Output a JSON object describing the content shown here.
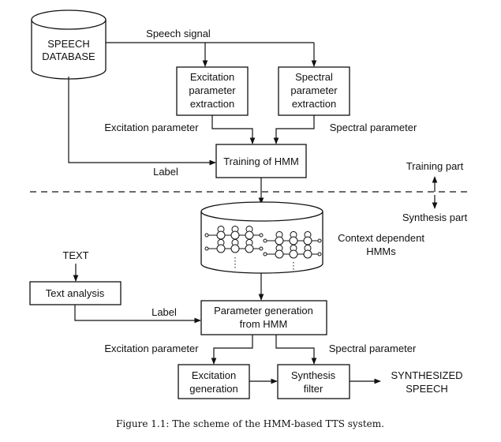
{
  "speech_database": [
    "SPEECH",
    "DATABASE"
  ],
  "speech_signal": "Speech signal",
  "excitation_extraction": [
    "Excitation",
    "parameter",
    "extraction"
  ],
  "spectral_extraction": [
    "Spectral",
    "parameter",
    "extraction"
  ],
  "excitation_parameter": "Excitation parameter",
  "spectral_parameter": "Spectral parameter",
  "label": "Label",
  "training_hmm": "Training of HMM",
  "training_part": "Training part",
  "synthesis_part": "Synthesis part",
  "context_hmms": [
    "Context dependent",
    "HMMs"
  ],
  "text": "TEXT",
  "text_analysis": "Text analysis",
  "param_generation": [
    "Parameter generation",
    "from HMM"
  ],
  "excitation_generation": [
    "Excitation",
    "generation"
  ],
  "synthesis_filter": [
    "Synthesis",
    "filter"
  ],
  "synthesized_speech": [
    "SYNTHESIZED",
    "SPEECH"
  ],
  "caption": "Figure 1.1: The scheme of the HMM-based TTS system."
}
